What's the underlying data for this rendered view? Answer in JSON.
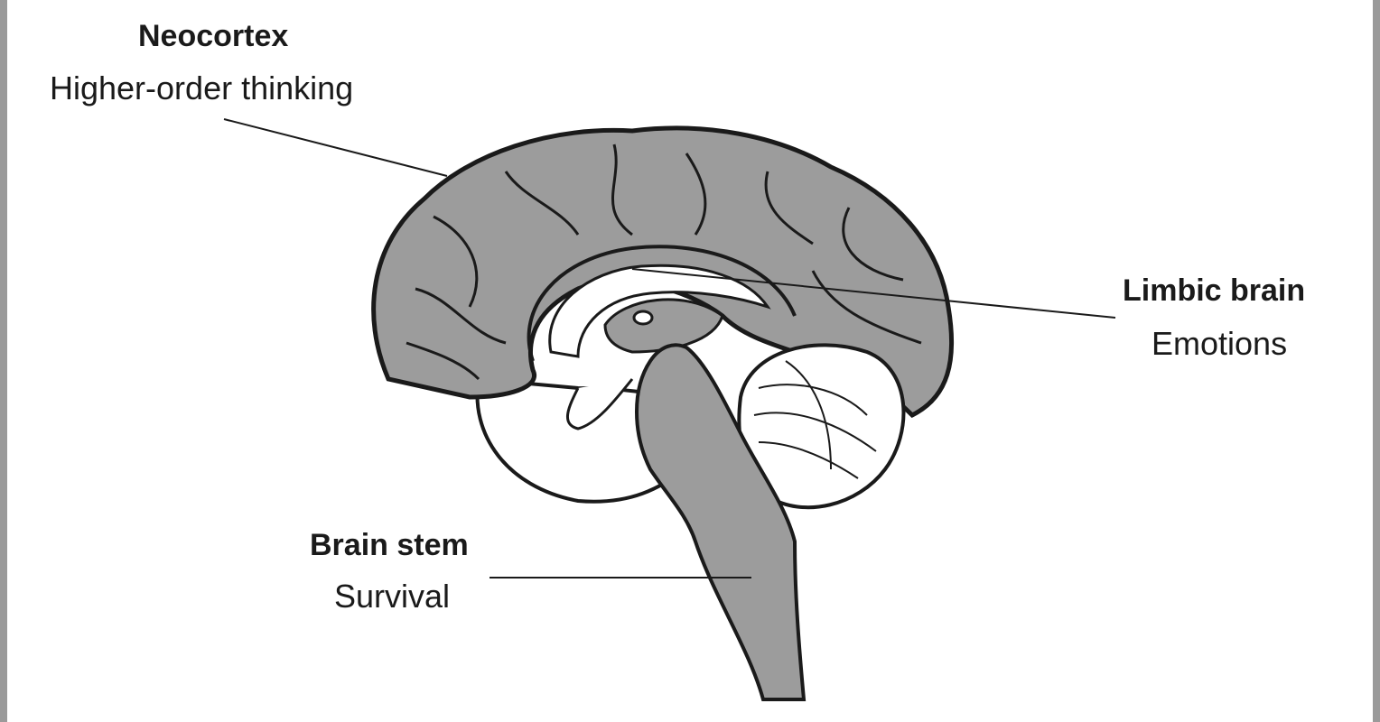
{
  "diagram": {
    "labels": [
      {
        "title": "Neocortex",
        "subtitle": "Higher-order thinking"
      },
      {
        "title": "Limbic brain",
        "subtitle": "Emotions"
      },
      {
        "title": "Brain stem",
        "subtitle": "Survival"
      }
    ],
    "colors": {
      "brain_fill": "#9c9c9c",
      "outline": "#1a1a1a",
      "border": "#9a9a9a"
    }
  }
}
